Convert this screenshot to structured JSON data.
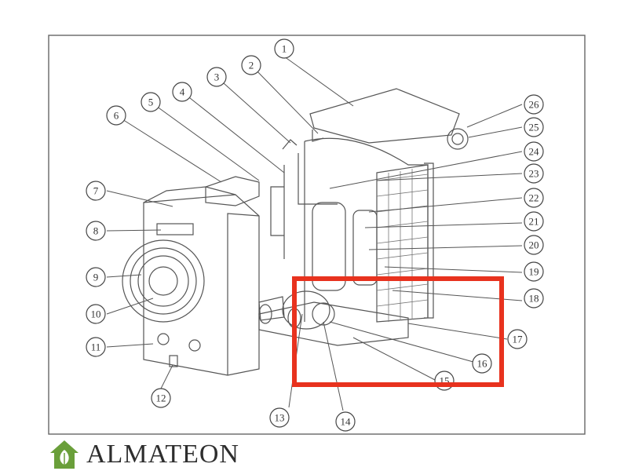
{
  "callouts": [
    "1",
    "2",
    "3",
    "4",
    "5",
    "6",
    "7",
    "8",
    "9",
    "10",
    "11",
    "12",
    "13",
    "14",
    "15",
    "16",
    "17",
    "18",
    "19",
    "20",
    "21",
    "22",
    "23",
    "24",
    "25",
    "26"
  ],
  "brand": {
    "name": "ALMATEON"
  },
  "colors": {
    "highlight": "#e8321e",
    "brand_green": "#6a9f3a",
    "line": "#555555"
  }
}
